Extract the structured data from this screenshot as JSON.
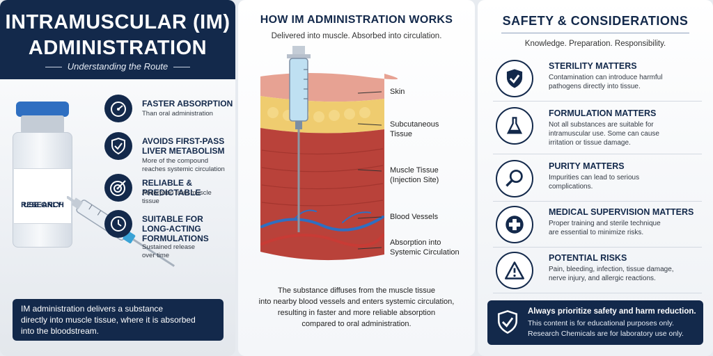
{
  "left": {
    "title_line1": "INTRAMUSCULAR (IM)",
    "title_line2": "ADMINISTRATION",
    "subtitle": "Understanding the Route",
    "vial_label_line1": "RESEARCH",
    "vial_label_line2": "USE ONLY",
    "features": [
      {
        "title": "Faster Absorption",
        "desc": "Than oral administration",
        "icon": "speedometer-icon"
      },
      {
        "title_line1": "Avoids First-Pass",
        "title_line2": "Liver Metabolism",
        "desc_line1": "More of the compound",
        "desc_line2": "reaches systemic circulation",
        "icon": "shield-check-icon"
      },
      {
        "title": "Reliable & Predictable",
        "desc_line1": "Absorption from muscle",
        "desc_line2": "tissue",
        "icon": "target-icon"
      },
      {
        "title_line1": "Suitable for",
        "title_line2": "Long-Acting",
        "title_line3": "Formulations",
        "desc_line1": "Sustained release",
        "desc_line2": "over time",
        "icon": "clock-icon"
      }
    ],
    "summary_line1": "IM administration delivers a substance",
    "summary_line2": "directly into muscle tissue, where it is absorbed",
    "summary_line3": "into the bloodstream."
  },
  "center": {
    "title": "HOW IM ADMINISTRATION WORKS",
    "subtitle": "Delivered into muscle. Absorbed into circulation.",
    "labels": {
      "skin": "Skin",
      "subq_line1": "Subcutaneous",
      "subq_line2": "Tissue",
      "muscle_line1": "Muscle Tissue",
      "muscle_line2": "(Injection Site)",
      "vessels": "Blood Vessels",
      "absorb_line1": "Absorption into",
      "absorb_line2": "Systemic Circulation"
    },
    "bottom_line1": "The substance diffuses from the muscle tissue",
    "bottom_line2": "into nearby blood vessels and enters systemic circulation,",
    "bottom_line3": "resulting in faster and more reliable absorption",
    "bottom_line4": "compared to oral administration."
  },
  "right": {
    "title": "SAFETY & CONSIDERATIONS",
    "subtitle": "Knowledge. Preparation. Responsibility.",
    "items": [
      {
        "title": "Sterility Matters",
        "desc_line1": "Contamination can introduce harmful",
        "desc_line2": "pathogens directly into tissue.",
        "icon": "shield-check-icon"
      },
      {
        "title": "Formulation Matters",
        "desc_line1": "Not all substances are suitable for",
        "desc_line2": "intramuscular use. Some can cause",
        "desc_line3": "irritation or tissue damage.",
        "icon": "flask-icon"
      },
      {
        "title": "Purity Matters",
        "desc_line1": "Impurities can lead to serious",
        "desc_line2": "complications.",
        "icon": "magnifier-icon"
      },
      {
        "title": "Medical Supervision Matters",
        "desc_line1": "Proper training and sterile technique",
        "desc_line2": "are essential to minimize risks.",
        "icon": "medical-cross-icon"
      },
      {
        "title": "Potential Risks",
        "desc_line1": "Pain, bleeding, infection, tissue damage,",
        "desc_line2": "nerve injury, and allergic reactions.",
        "icon": "warning-icon"
      }
    ],
    "footer_line1": "Always prioritize safety and harm reduction.",
    "footer_line2": "This content is for educational purposes only.",
    "footer_line3": "Research Chemicals are for laboratory use only."
  },
  "colors": {
    "navy": "#13294b",
    "accent_blue": "#2f6fc1",
    "muscle_red": "#b9423a",
    "fat_yellow": "#e8c15a"
  }
}
